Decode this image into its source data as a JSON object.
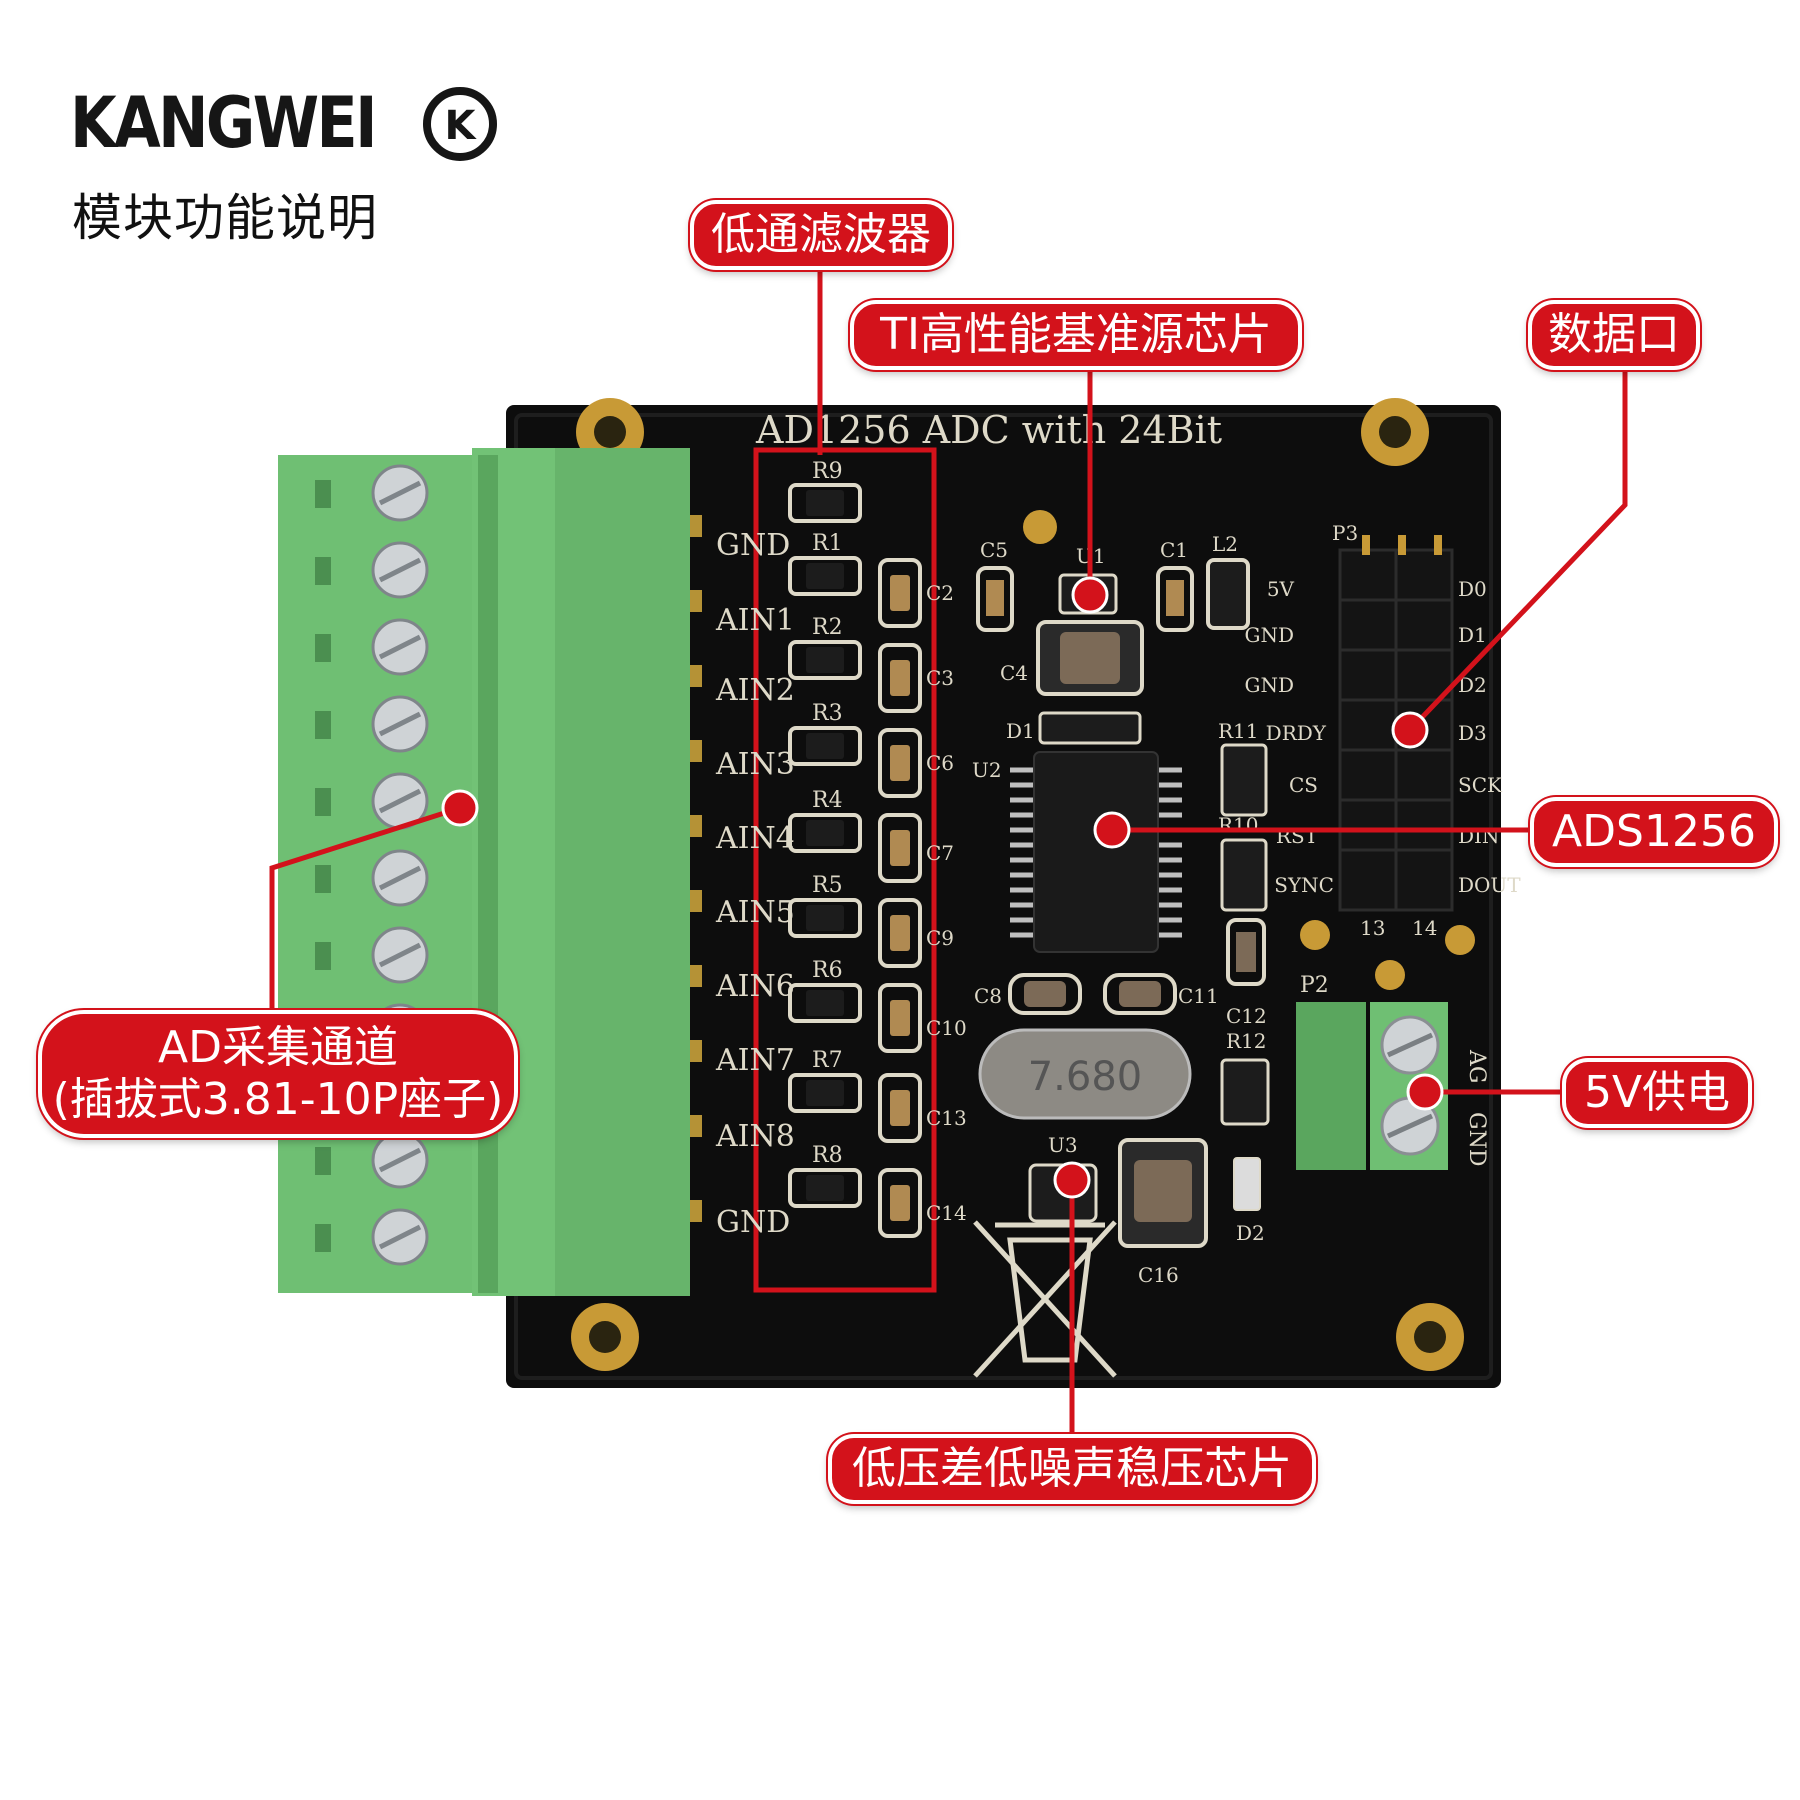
{
  "brand": {
    "logo_text": "KANGWEI",
    "logo_badge": "K",
    "subtitle": "模块功能说明"
  },
  "board": {
    "silkscreen_title": "AD1256 ADC with 24Bit",
    "analog_pins": [
      "GND",
      "AIN1",
      "AIN2",
      "AIN3",
      "AIN4",
      "AIN5",
      "AIN6",
      "AIN7",
      "AIN8",
      "GND"
    ],
    "resistor_labels": [
      "R9",
      "R1",
      "R2",
      "R3",
      "R4",
      "R5",
      "R6",
      "R7",
      "R8"
    ],
    "capacitor_labels": [
      "C2",
      "C3",
      "C6",
      "C7",
      "C9",
      "C10",
      "C13",
      "C14"
    ],
    "data_port_left_pins": [
      "5V",
      "GND",
      "GND",
      "DRDY",
      "CS",
      "RST",
      "SYNC"
    ],
    "data_port_right_pins": [
      "D0",
      "D1",
      "D2",
      "D3",
      "SCK",
      "DIN",
      "DOUT"
    ],
    "data_port_name": "P3",
    "power_port_name": "P2",
    "power_pins": [
      "AG",
      "GND"
    ],
    "crystal_marking": "7.680",
    "part_labels": [
      "C5",
      "U1",
      "C1",
      "L2",
      "C4",
      "D1",
      "R11",
      "U2",
      "R10",
      "C8",
      "C11",
      "C12",
      "R12",
      "U3",
      "C16",
      "D2",
      "13",
      "14"
    ]
  },
  "callouts": {
    "low_pass_filter": "低通滤波器",
    "reference_chip": "TI高性能基准源芯片",
    "data_port": "数据口",
    "adc_chip": "ADS1256",
    "ad_channels_line1": "AD采集通道",
    "ad_channels_line2": "(插拔式3.81-10P座子)",
    "power_supply": "5V供电",
    "ldo_chip": "低压差低噪声稳压芯片"
  },
  "colors": {
    "callout_red": "#d3121b",
    "pcb_black": "#0d0d0d",
    "terminal_green": "#6fbf73",
    "silkscreen": "#ded9c8"
  }
}
